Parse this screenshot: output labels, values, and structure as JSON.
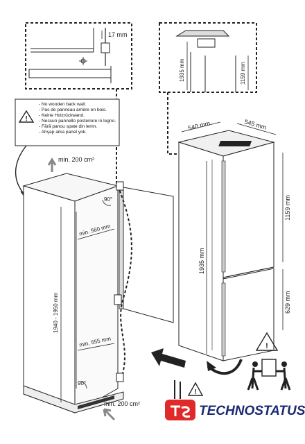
{
  "detail_top_left": {
    "dimension": "17 mm"
  },
  "detail_top_right": {
    "height_total": "1935 mm",
    "height_upper": "1159 mm"
  },
  "warning": {
    "lines": [
      "- No wooden back wall.",
      "- Pas de panneau arrière en bois.",
      "- Keine Holzrückwand.",
      "- Nessun pannello posteriore in legno.",
      "- Fără panou spate din lemn.",
      "- Ahşap arka panel yok."
    ]
  },
  "niche": {
    "vent_top": "min. 200 cm²",
    "vent_bottom": "min. 200 cm²",
    "height_range": "1940 - 1950 mm",
    "width_top": "min. 560 mm",
    "width_bottom": "min. 555 mm",
    "angle_top": "90°",
    "angle_bottom": "90°"
  },
  "appliance": {
    "width": "540 mm",
    "depth": "545 mm",
    "height_total": "1935 mm",
    "height_upper": "1159 mm",
    "height_lower": "629 mm"
  },
  "brand": {
    "name": "TECHNOSTATUS"
  },
  "colors": {
    "brand_red": "#e02a2a",
    "brand_blue": "#1b2a72",
    "line": "#222222"
  }
}
